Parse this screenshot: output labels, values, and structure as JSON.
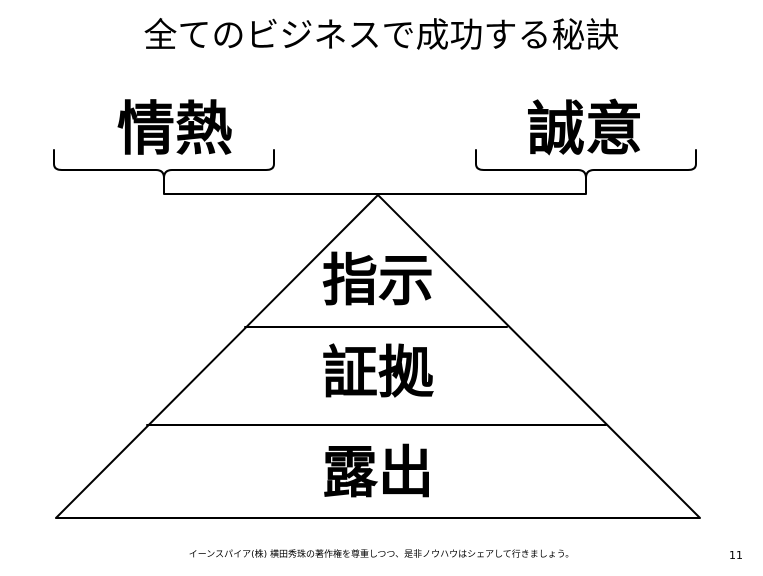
{
  "slide": {
    "title": "全てのビジネスで成功する秘訣",
    "left_word": "情熱",
    "right_word": "誠意",
    "pyramid": {
      "tiers": [
        "指示",
        "証拠",
        "露出"
      ]
    },
    "footer": "イーンスパイア(株) 横田秀珠の著作権を尊重しつつ、是非ノウハウはシェアして行きましょう。",
    "page_number": "11"
  },
  "colors": {
    "stroke": "#000000",
    "background": "#ffffff"
  }
}
